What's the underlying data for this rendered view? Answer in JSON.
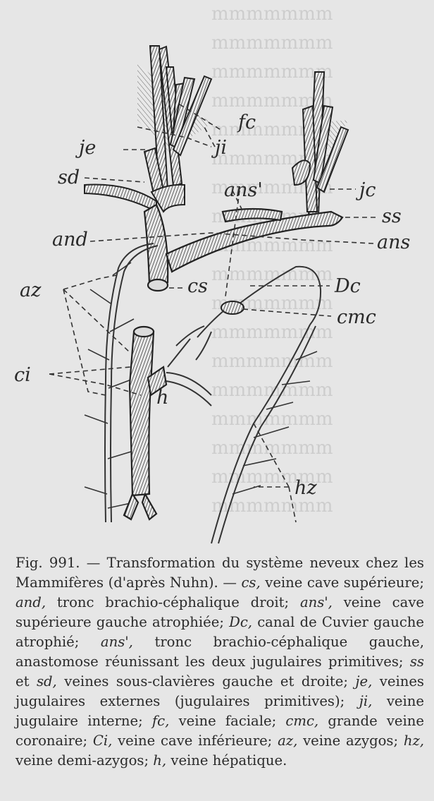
{
  "figure": {
    "labels": {
      "fc": "fc",
      "je": "je",
      "ji": "ji",
      "sd": "sd",
      "ans_prime": "ans'",
      "jc": "jc",
      "ss": "ss",
      "and": "and",
      "ans": "ans",
      "cs": "cs",
      "az": "az",
      "Dc": "Dc",
      "cmc": "cmc",
      "ci": "ci",
      "h": "h",
      "hz": "hz"
    }
  },
  "caption": {
    "number": "Fig. 991.",
    "dash": " — ",
    "title": "Transformation du système neveux chez les Mammifères (d'après Nuhn).",
    "parts": [
      {
        "abbr": "cs,",
        "text": " veine cave supérieure; "
      },
      {
        "abbr": "and,",
        "text": " tronc brachio-céphalique droit; "
      },
      {
        "abbr": "ans',",
        "text": " veine cave supérieure gauche atrophiée; "
      },
      {
        "abbr": "Dc,",
        "text": " canal de Cuvier gauche atrophié; "
      },
      {
        "abbr": "ans',",
        "text": " tronc brachio-céphalique gauche, anastomose réunissant les deux jugulaires primitives; "
      },
      {
        "abbr": "ss",
        "text": " et "
      },
      {
        "abbr": "sd,",
        "text": " veines sous-clavières gauche et droite; "
      },
      {
        "abbr": "je,",
        "text": " veines jugulaires externes (jugulaires primitives); "
      },
      {
        "abbr": "ji,",
        "text": " veine jugulaire interne; "
      },
      {
        "abbr": "fc,",
        "text": " veine faciale; "
      },
      {
        "abbr": "cmc,",
        "text": " grande veine coronaire; "
      },
      {
        "abbr": "Ci,",
        "text": " veine cave inférieure; "
      },
      {
        "abbr": "az,",
        "text": " veine azygos; "
      },
      {
        "abbr": "hz,",
        "text": " veine demi-azygos; "
      },
      {
        "abbr": "h,",
        "text": " veine hépatique."
      }
    ]
  }
}
